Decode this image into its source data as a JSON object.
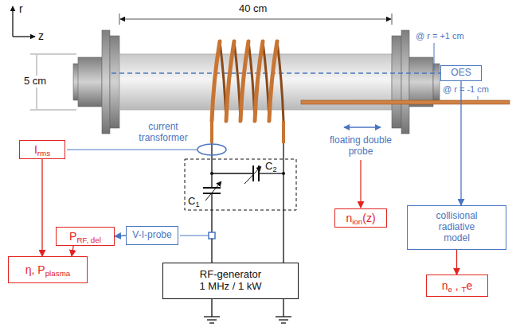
{
  "diagram": {
    "nodes": [
      {
        "text": [
          "Irms"
        ]
      },
      {
        "text": [
          "PRF, del"
        ]
      },
      {
        "text": [
          "V-I-probe"
        ]
      },
      {
        "text": [
          "η, Pplasma"
        ]
      },
      {
        "text": [
          "RF-generator",
          "1 MHz / 1 kW"
        ]
      },
      {
        "text": [
          "nion(z)"
        ]
      },
      {
        "text": [
          "OES"
        ]
      },
      {
        "text": [
          "collisional radiative model"
        ]
      },
      {
        "text": [
          "ne , Te"
        ]
      }
    ],
    "edges": [
      {
        "from": 0,
        "to": 3,
        "arrow": "to"
      },
      {
        "from": 2,
        "to": 1,
        "arrow": "to"
      },
      {
        "from": 1,
        "to": 3,
        "arrow": "to"
      },
      {
        "from": 6,
        "to": 7,
        "arrow": "to"
      },
      {
        "from": 7,
        "to": 8,
        "arrow": "to"
      }
    ],
    "labels": [
      "r",
      "z",
      "40 cm",
      "5 cm",
      "@ r = +1 cm",
      "@ r = -1 cm",
      "current transformer",
      "floating double probe",
      "C1",
      "C2"
    ]
  }
}
